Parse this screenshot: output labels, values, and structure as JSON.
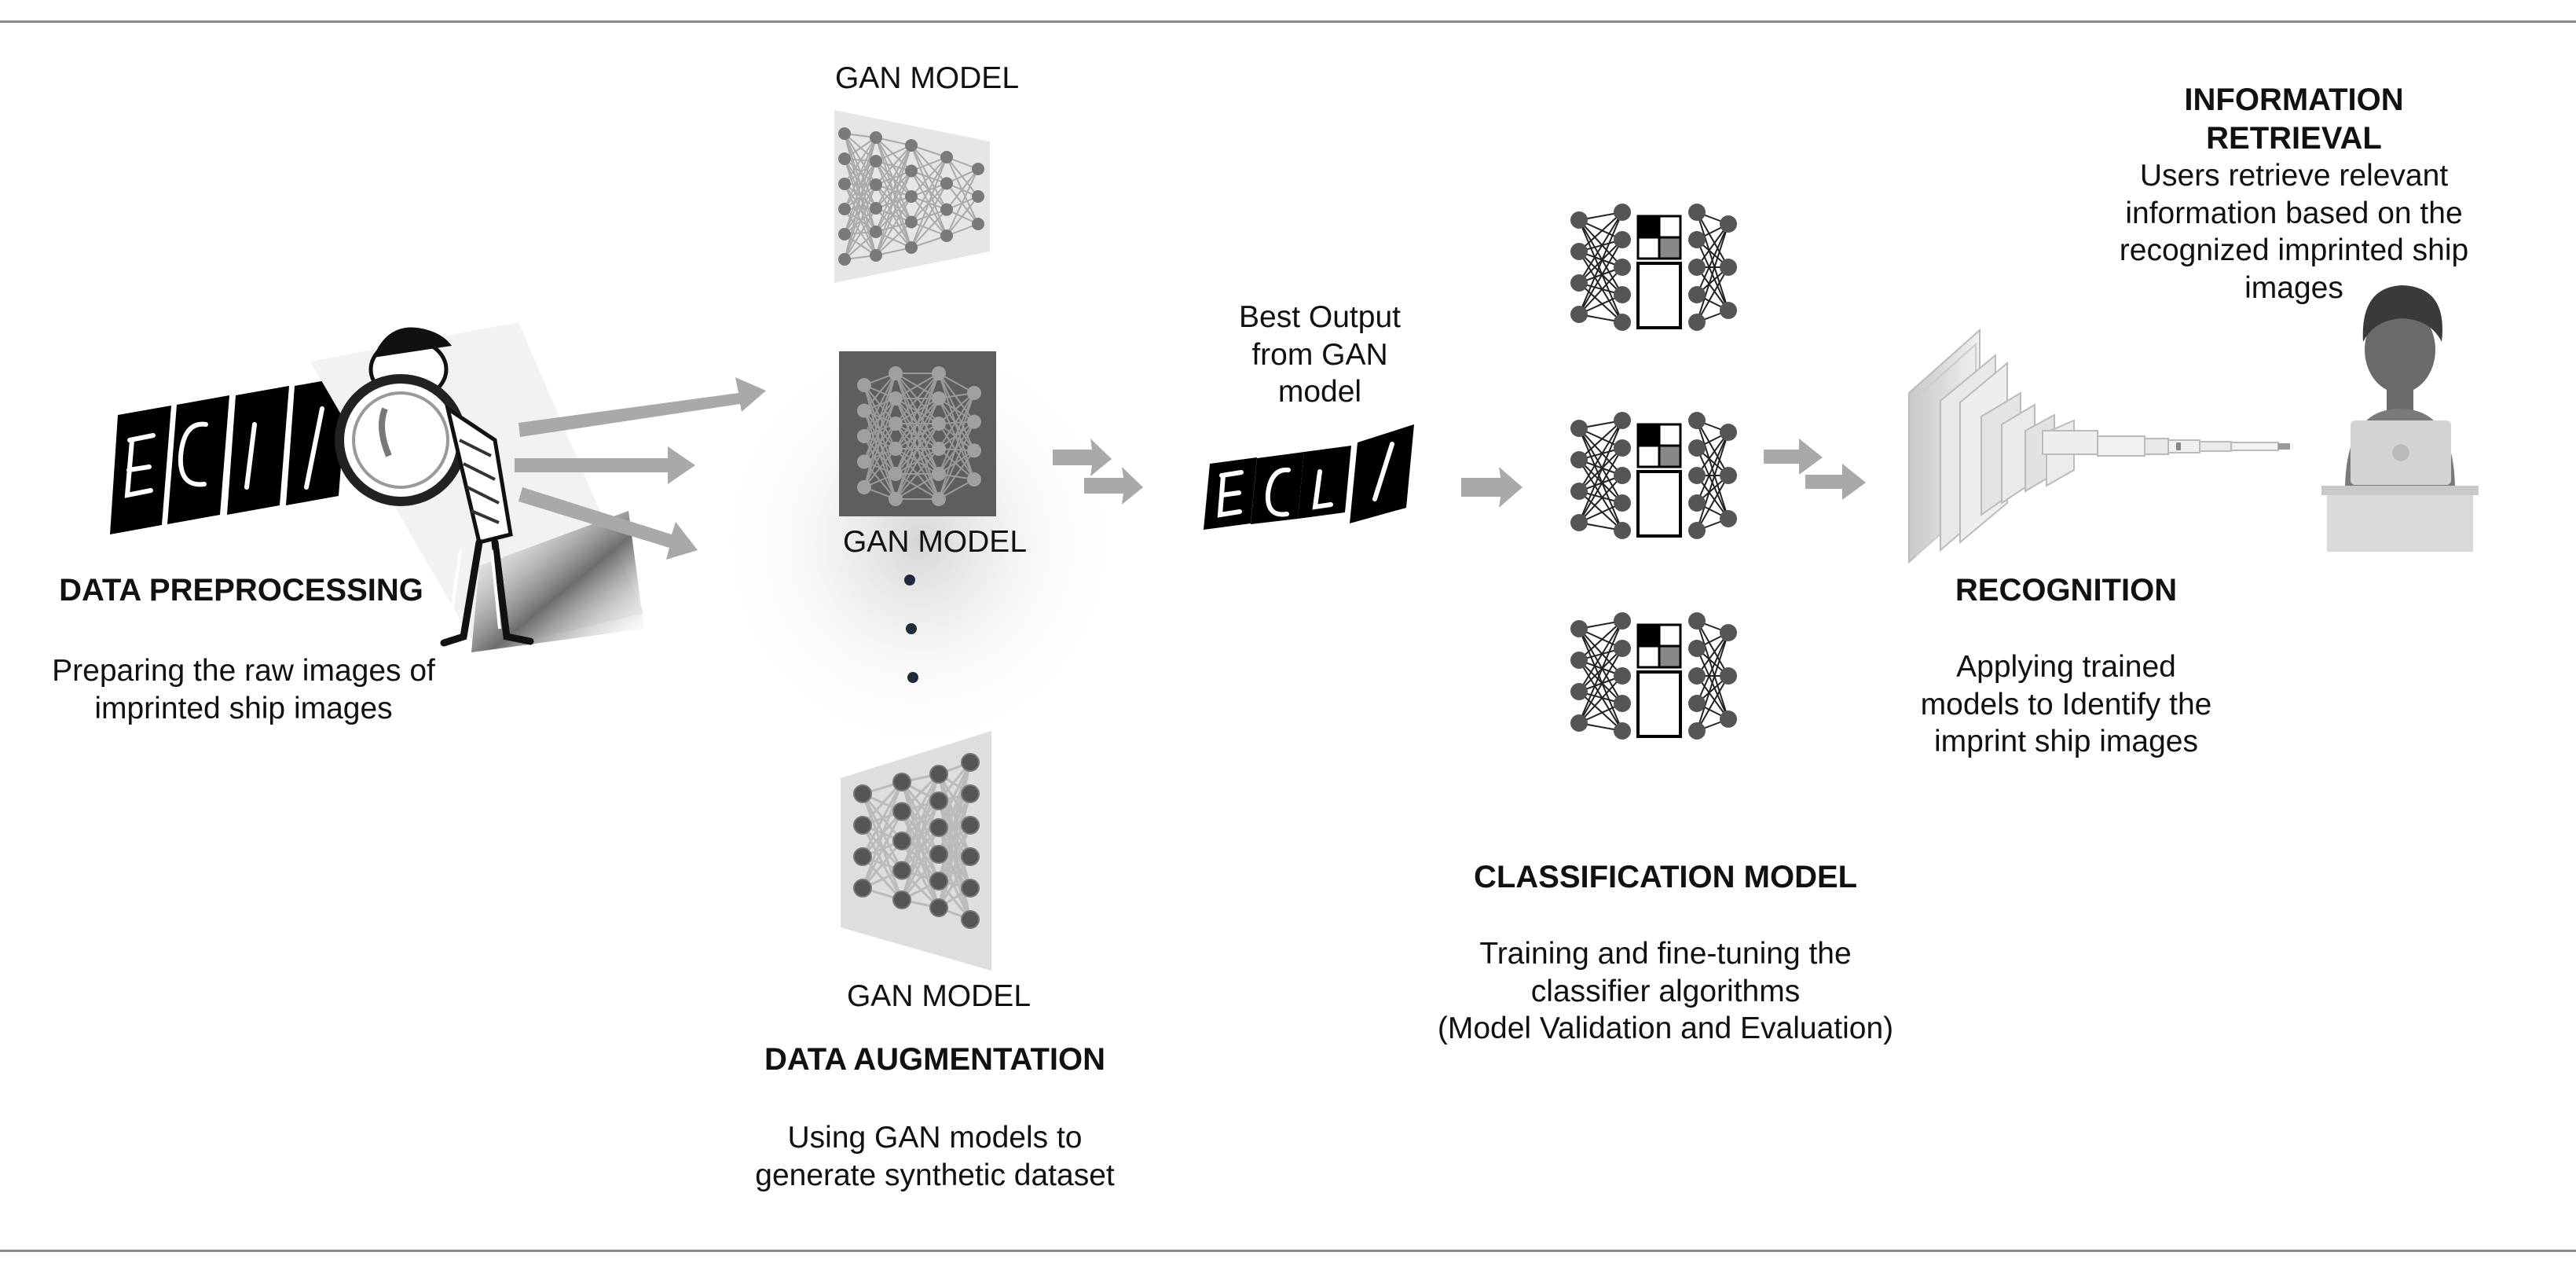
{
  "preprocessing": {
    "title": "DATA PREPROCESSING",
    "desc": "Preparing the raw images of\nimprinted ship images"
  },
  "augmentation": {
    "gan_label_top": "GAN MODEL",
    "gan_label_mid": "GAN MODEL",
    "gan_label_bottom": "GAN MODEL",
    "title": "DATA AUGMENTATION",
    "desc": "Using GAN models to\ngenerate synthetic  dataset"
  },
  "best_output": {
    "label": "Best Output\nfrom GAN\nmodel"
  },
  "classification": {
    "title": "CLASSIFICATION MODEL",
    "desc_line1": "Training and fine-tuning  the",
    "desc_line2": "classifier algorithms",
    "desc_line3": "(Model Validation and Evaluation)"
  },
  "recognition": {
    "title": "RECOGNITION",
    "desc": "Applying trained\nmodels to Identify  the\nimprint ship images"
  },
  "retrieval": {
    "title": "INFORMATION\nRETRIEVAL",
    "desc": "Users retrieve relevant\ninformation based on the\nrecognized imprinted ship\nimages"
  },
  "colors": {
    "arrow": "#a9a9a9",
    "node_dark": "#6e6e6e",
    "card_black": "#000000",
    "rule": "#8a8a8a"
  },
  "icons": [
    "magnifier-person-icon",
    "image-strip-icon",
    "gan-network-icon",
    "classifier-network-icon",
    "cnn-layers-icon",
    "user-laptop-icon"
  ]
}
